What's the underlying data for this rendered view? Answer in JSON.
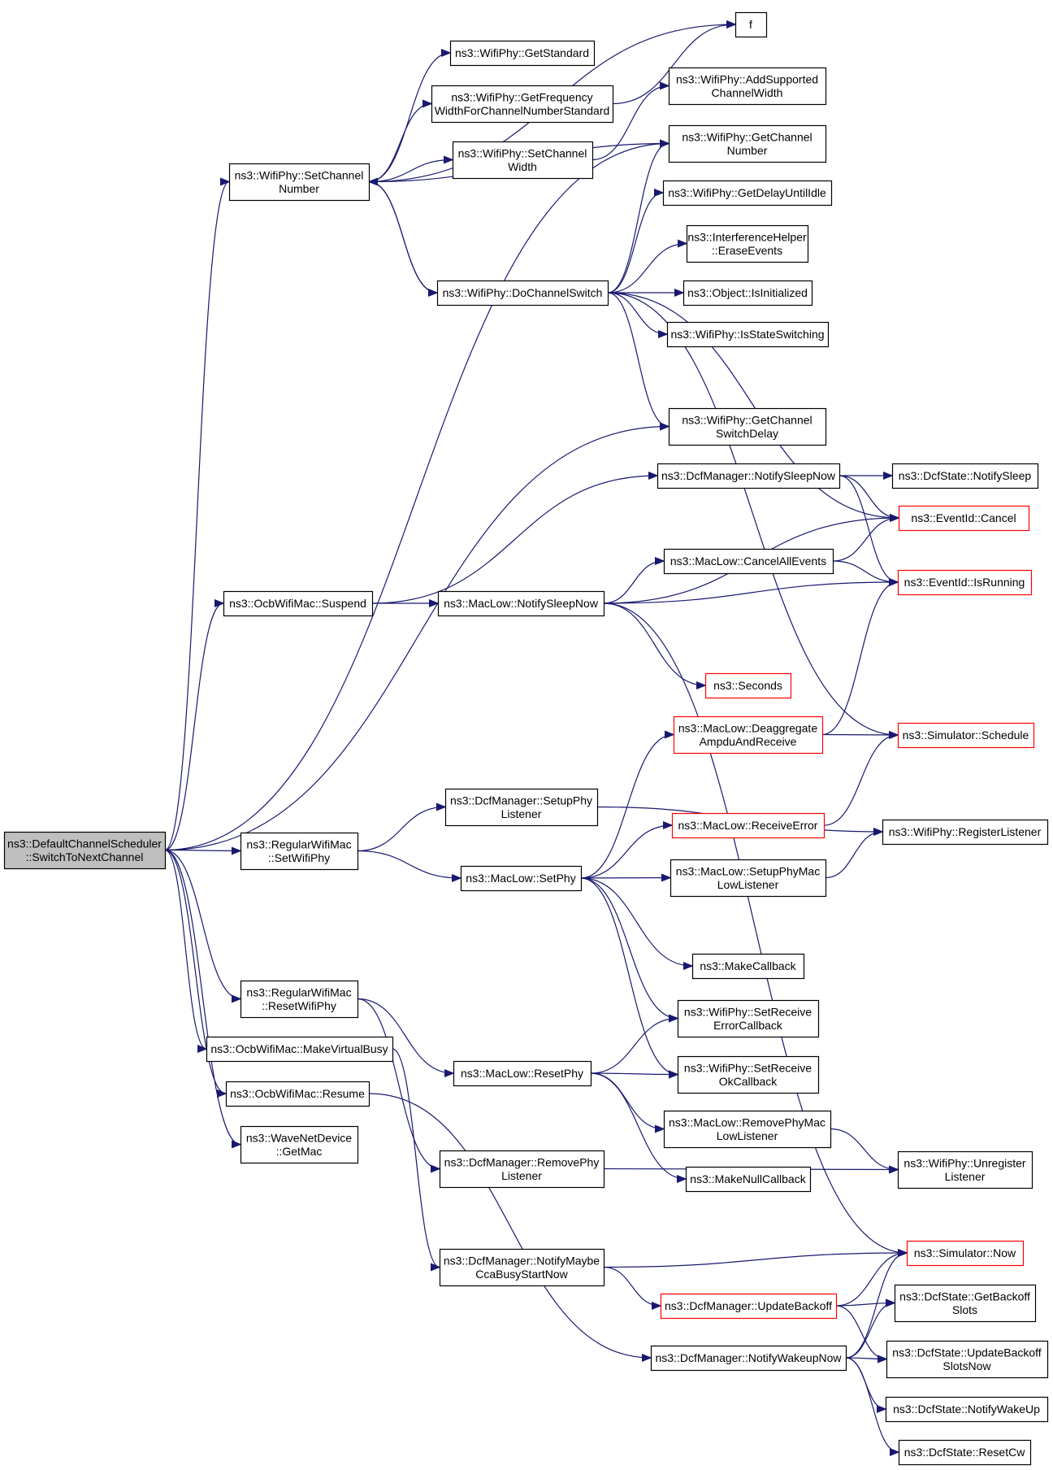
{
  "colors": {
    "edge": "#191970",
    "border": "#000000",
    "border_truncated": "#ff0000",
    "root_fill": "#bfbfbf",
    "fill": "#ffffff"
  },
  "nodes": [
    {
      "id": "root",
      "lines": [
        "ns3::DefaultChannelScheduler",
        "::SwitchToNextChannel"
      ],
      "style": "root"
    },
    {
      "id": "f",
      "lines": [
        "f"
      ],
      "style": "normal"
    },
    {
      "id": "getstandard",
      "lines": [
        "ns3::WifiPhy::GetStandard"
      ],
      "style": "normal"
    },
    {
      "id": "getfreqwidth",
      "lines": [
        "ns3::WifiPhy::GetFrequency",
        "WidthForChannelNumberStandard"
      ],
      "style": "normal"
    },
    {
      "id": "addsupported",
      "lines": [
        "ns3::WifiPhy::AddSupported",
        "ChannelWidth"
      ],
      "style": "normal"
    },
    {
      "id": "setchannelwidth",
      "lines": [
        "ns3::WifiPhy::SetChannel",
        "Width"
      ],
      "style": "normal"
    },
    {
      "id": "setchannelnumber",
      "lines": [
        "ns3::WifiPhy::SetChannel",
        "Number"
      ],
      "style": "normal"
    },
    {
      "id": "getchannelnumber",
      "lines": [
        "ns3::WifiPhy::GetChannel",
        "Number"
      ],
      "style": "normal"
    },
    {
      "id": "getdelayuntilidle",
      "lines": [
        "ns3::WifiPhy::GetDelayUntilIdle"
      ],
      "style": "normal"
    },
    {
      "id": "eraseevents",
      "lines": [
        "ns3::InterferenceHelper",
        "::EraseEvents"
      ],
      "style": "normal"
    },
    {
      "id": "dochannelswitch",
      "lines": [
        "ns3::WifiPhy::DoChannelSwitch"
      ],
      "style": "normal"
    },
    {
      "id": "isinitialized",
      "lines": [
        "ns3::Object::IsInitialized"
      ],
      "style": "normal"
    },
    {
      "id": "isstateswitching",
      "lines": [
        "ns3::WifiPhy::IsStateSwitching"
      ],
      "style": "normal"
    },
    {
      "id": "getchannelswitchdelay",
      "lines": [
        "ns3::WifiPhy::GetChannel",
        "SwitchDelay"
      ],
      "style": "normal"
    },
    {
      "id": "dcfnotifysleepnow",
      "lines": [
        "ns3::DcfManager::NotifySleepNow"
      ],
      "style": "normal"
    },
    {
      "id": "dcfstatenotifysleep",
      "lines": [
        "ns3::DcfState::NotifySleep"
      ],
      "style": "normal"
    },
    {
      "id": "eventidcancel",
      "lines": [
        "ns3::EventId::Cancel"
      ],
      "style": "truncated"
    },
    {
      "id": "cancelallevents",
      "lines": [
        "ns3::MacLow::CancelAllEvents"
      ],
      "style": "normal"
    },
    {
      "id": "eventidisrunning",
      "lines": [
        "ns3::EventId::IsRunning"
      ],
      "style": "truncated"
    },
    {
      "id": "ocbsuspend",
      "lines": [
        "ns3::OcbWifiMac::Suspend"
      ],
      "style": "normal"
    },
    {
      "id": "maclownotifysleepnow",
      "lines": [
        "ns3::MacLow::NotifySleepNow"
      ],
      "style": "normal"
    },
    {
      "id": "seconds",
      "lines": [
        "ns3::Seconds"
      ],
      "style": "truncated"
    },
    {
      "id": "deaggregate",
      "lines": [
        "ns3::MacLow::Deaggregate",
        "AmpduAndReceive"
      ],
      "style": "truncated"
    },
    {
      "id": "schedule",
      "lines": [
        "ns3::Simulator::Schedule"
      ],
      "style": "truncated"
    },
    {
      "id": "setupphylistener",
      "lines": [
        "ns3::DcfManager::SetupPhy",
        "Listener"
      ],
      "style": "normal"
    },
    {
      "id": "receiveerror",
      "lines": [
        "ns3::MacLow::ReceiveError"
      ],
      "style": "truncated"
    },
    {
      "id": "registerlistener",
      "lines": [
        "ns3::WifiPhy::RegisterListener"
      ],
      "style": "normal"
    },
    {
      "id": "regsetwifiphy",
      "lines": [
        "ns3::RegularWifiMac",
        "::SetWifiPhy"
      ],
      "style": "normal"
    },
    {
      "id": "maclowsetphy",
      "lines": [
        "ns3::MacLow::SetPhy"
      ],
      "style": "normal"
    },
    {
      "id": "setupphymaclowlistener",
      "lines": [
        "ns3::MacLow::SetupPhyMac",
        "LowListener"
      ],
      "style": "normal"
    },
    {
      "id": "makecallback",
      "lines": [
        "ns3::MakeCallback"
      ],
      "style": "normal"
    },
    {
      "id": "regresetwifiphy",
      "lines": [
        "ns3::RegularWifiMac",
        "::ResetWifiPhy"
      ],
      "style": "normal"
    },
    {
      "id": "setreceiveerrorcb",
      "lines": [
        "ns3::WifiPhy::SetReceive",
        "ErrorCallback"
      ],
      "style": "normal"
    },
    {
      "id": "ocbmakevirtualbusy",
      "lines": [
        "ns3::OcbWifiMac::MakeVirtualBusy"
      ],
      "style": "normal"
    },
    {
      "id": "maclowresetphy",
      "lines": [
        "ns3::MacLow::ResetPhy"
      ],
      "style": "normal"
    },
    {
      "id": "setreceiveokcb",
      "lines": [
        "ns3::WifiPhy::SetReceive",
        "OkCallback"
      ],
      "style": "normal"
    },
    {
      "id": "ocbresume",
      "lines": [
        "ns3::OcbWifiMac::Resume"
      ],
      "style": "normal"
    },
    {
      "id": "removephymaclowlistener",
      "lines": [
        "ns3::MacLow::RemovePhyMac",
        "LowListener"
      ],
      "style": "normal"
    },
    {
      "id": "wavegetmac",
      "lines": [
        "ns3::WaveNetDevice",
        "::GetMac"
      ],
      "style": "normal"
    },
    {
      "id": "removephylistener",
      "lines": [
        "ns3::DcfManager::RemovePhy",
        "Listener"
      ],
      "style": "normal"
    },
    {
      "id": "makenullcallback",
      "lines": [
        "ns3::MakeNullCallback"
      ],
      "style": "normal"
    },
    {
      "id": "unregisterlistener",
      "lines": [
        "ns3::WifiPhy::Unregister",
        "Listener"
      ],
      "style": "normal"
    },
    {
      "id": "notifymaybeccabusy",
      "lines": [
        "ns3::DcfManager::NotifyMaybe",
        "CcaBusyStartNow"
      ],
      "style": "normal"
    },
    {
      "id": "simulatornow",
      "lines": [
        "ns3::Simulator::Now"
      ],
      "style": "truncated"
    },
    {
      "id": "updatebackoff",
      "lines": [
        "ns3::DcfManager::UpdateBackoff"
      ],
      "style": "truncated"
    },
    {
      "id": "getbackoffslots",
      "lines": [
        "ns3::DcfState::GetBackoff",
        "Slots"
      ],
      "style": "normal"
    },
    {
      "id": "notifywakeupnow",
      "lines": [
        "ns3::DcfManager::NotifyWakeupNow"
      ],
      "style": "normal"
    },
    {
      "id": "updatebackoffslotsnow",
      "lines": [
        "ns3::DcfState::UpdateBackoff",
        "SlotsNow"
      ],
      "style": "normal"
    },
    {
      "id": "notifywakeup",
      "lines": [
        "ns3::DcfState::NotifyWakeUp"
      ],
      "style": "normal"
    },
    {
      "id": "resetcw",
      "lines": [
        "ns3::DcfState::ResetCw"
      ],
      "style": "normal"
    }
  ],
  "edges": [
    [
      "root",
      "setchannelnumber"
    ],
    [
      "root",
      "getchannelnumber"
    ],
    [
      "root",
      "getchannelswitchdelay"
    ],
    [
      "root",
      "ocbsuspend"
    ],
    [
      "root",
      "regsetwifiphy"
    ],
    [
      "root",
      "regresetwifiphy"
    ],
    [
      "root",
      "ocbmakevirtualbusy"
    ],
    [
      "root",
      "ocbresume"
    ],
    [
      "root",
      "wavegetmac"
    ],
    [
      "setchannelnumber",
      "f"
    ],
    [
      "setchannelnumber",
      "getstandard"
    ],
    [
      "setchannelnumber",
      "getfreqwidth"
    ],
    [
      "setchannelnumber",
      "setchannelwidth"
    ],
    [
      "setchannelnumber",
      "getchannelnumber"
    ],
    [
      "setchannelnumber",
      "dochannelswitch"
    ],
    [
      "getfreqwidth",
      "f"
    ],
    [
      "setchannelwidth",
      "addsupported"
    ],
    [
      "dochannelswitch",
      "setchannelnumber"
    ],
    [
      "dochannelswitch",
      "getchannelnumber"
    ],
    [
      "dochannelswitch",
      "getdelayuntilidle"
    ],
    [
      "dochannelswitch",
      "eraseevents"
    ],
    [
      "dochannelswitch",
      "isinitialized"
    ],
    [
      "dochannelswitch",
      "isstateswitching"
    ],
    [
      "dochannelswitch",
      "getchannelswitchdelay"
    ],
    [
      "dochannelswitch",
      "eventidcancel"
    ],
    [
      "dochannelswitch",
      "schedule"
    ],
    [
      "ocbsuspend",
      "dcfnotifysleepnow"
    ],
    [
      "ocbsuspend",
      "maclownotifysleepnow"
    ],
    [
      "dcfnotifysleepnow",
      "dcfstatenotifysleep"
    ],
    [
      "dcfnotifysleepnow",
      "eventidcancel"
    ],
    [
      "dcfnotifysleepnow",
      "eventidisrunning"
    ],
    [
      "maclownotifysleepnow",
      "cancelallevents"
    ],
    [
      "maclownotifysleepnow",
      "eventidcancel"
    ],
    [
      "maclownotifysleepnow",
      "eventidisrunning"
    ],
    [
      "maclownotifysleepnow",
      "seconds"
    ],
    [
      "maclownotifysleepnow",
      "simulatornow"
    ],
    [
      "cancelallevents",
      "eventidcancel"
    ],
    [
      "cancelallevents",
      "eventidisrunning"
    ],
    [
      "deaggregate",
      "eventidisrunning"
    ],
    [
      "deaggregate",
      "schedule"
    ],
    [
      "receiveerror",
      "schedule"
    ],
    [
      "setupphylistener",
      "registerlistener"
    ],
    [
      "regsetwifiphy",
      "setupphylistener"
    ],
    [
      "regsetwifiphy",
      "maclowsetphy"
    ],
    [
      "maclowsetphy",
      "deaggregate"
    ],
    [
      "maclowsetphy",
      "receiveerror"
    ],
    [
      "maclowsetphy",
      "setupphymaclowlistener"
    ],
    [
      "maclowsetphy",
      "makecallback"
    ],
    [
      "maclowsetphy",
      "setreceiveerrorcb"
    ],
    [
      "maclowsetphy",
      "setreceiveokcb"
    ],
    [
      "setupphymaclowlistener",
      "registerlistener"
    ],
    [
      "regresetwifiphy",
      "maclowresetphy"
    ],
    [
      "regresetwifiphy",
      "removephylistener"
    ],
    [
      "maclowresetphy",
      "setreceiveerrorcb"
    ],
    [
      "maclowresetphy",
      "setreceiveokcb"
    ],
    [
      "maclowresetphy",
      "removephymaclowlistener"
    ],
    [
      "maclowresetphy",
      "makenullcallback"
    ],
    [
      "removephymaclowlistener",
      "unregisterlistener"
    ],
    [
      "removephylistener",
      "unregisterlistener"
    ],
    [
      "ocbmakevirtualbusy",
      "notifymaybeccabusy"
    ],
    [
      "ocbresume",
      "notifywakeupnow"
    ],
    [
      "notifymaybeccabusy",
      "simulatornow"
    ],
    [
      "notifymaybeccabusy",
      "updatebackoff"
    ],
    [
      "updatebackoff",
      "simulatornow"
    ],
    [
      "updatebackoff",
      "getbackoffslots"
    ],
    [
      "updatebackoff",
      "updatebackoffslotsnow"
    ],
    [
      "notifywakeupnow",
      "simulatornow"
    ],
    [
      "notifywakeupnow",
      "getbackoffslots"
    ],
    [
      "notifywakeupnow",
      "updatebackoffslotsnow"
    ],
    [
      "notifywakeupnow",
      "notifywakeup"
    ],
    [
      "notifywakeupnow",
      "resetcw"
    ]
  ]
}
